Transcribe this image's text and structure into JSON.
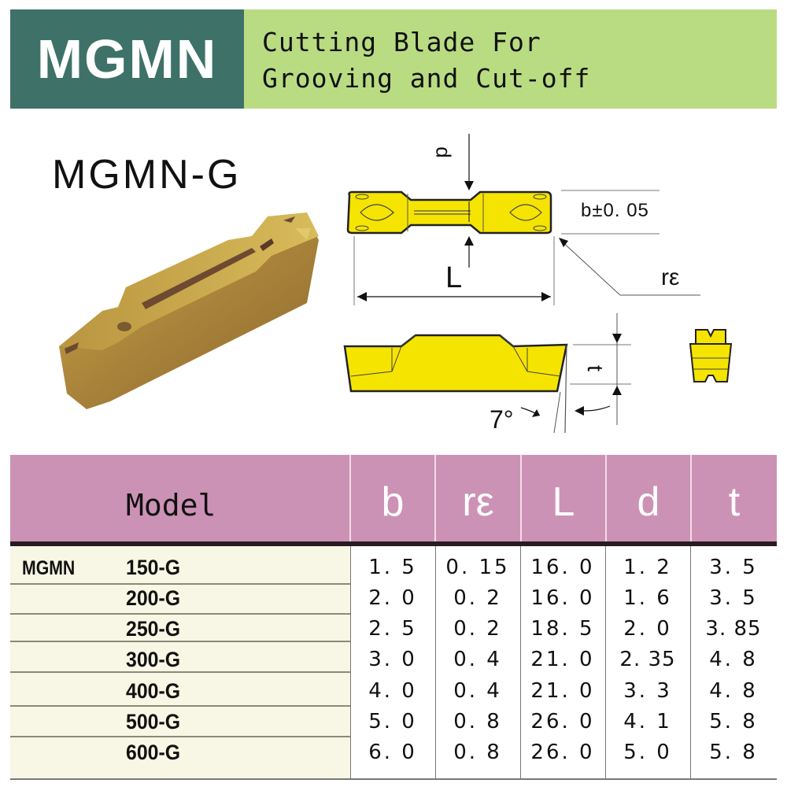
{
  "header": {
    "code": "MGMN",
    "title_line1": "Cutting Blade For",
    "title_line2": "Grooving and Cut-off",
    "colors": {
      "code_bg": "#3e7268",
      "title_bg": "#b9dc82"
    }
  },
  "variant": {
    "title": "MGMN-G"
  },
  "diagram": {
    "labels": {
      "d": "d",
      "b_tol": "b±0. 05",
      "L": "L",
      "r_eps": "rε",
      "t": "t",
      "angle": "7°"
    },
    "colors": {
      "insert_fill": "#f5e400",
      "outline": "#222222"
    }
  },
  "table": {
    "header_bg": "#cc92b5",
    "columns": [
      "Model",
      "b",
      "rε",
      "L",
      "d",
      "t"
    ],
    "series": "MGMN",
    "rows": [
      {
        "model": "150-G",
        "b": "1. 5",
        "re": "0. 15",
        "L": "16. 0",
        "d": "1. 2",
        "t": "3. 5"
      },
      {
        "model": "200-G",
        "b": "2. 0",
        "re": "0. 2",
        "L": "16. 0",
        "d": "1. 6",
        "t": "3. 5"
      },
      {
        "model": "250-G",
        "b": "2. 5",
        "re": "0. 2",
        "L": "18. 5",
        "d": "2. 0",
        "t": "3. 85"
      },
      {
        "model": "300-G",
        "b": "3. 0",
        "re": "0. 4",
        "L": "21. 0",
        "d": "2. 35",
        "t": "4. 8"
      },
      {
        "model": "400-G",
        "b": "4. 0",
        "re": "0. 4",
        "L": "21. 0",
        "d": "3. 3",
        "t": "4. 8"
      },
      {
        "model": "500-G",
        "b": "5. 0",
        "re": "0. 8",
        "L": "26. 0",
        "d": "4. 1",
        "t": "5. 8"
      },
      {
        "model": "600-G",
        "b": "6. 0",
        "re": "0. 8",
        "L": "26. 0",
        "d": "5. 0",
        "t": "5. 8"
      }
    ]
  }
}
